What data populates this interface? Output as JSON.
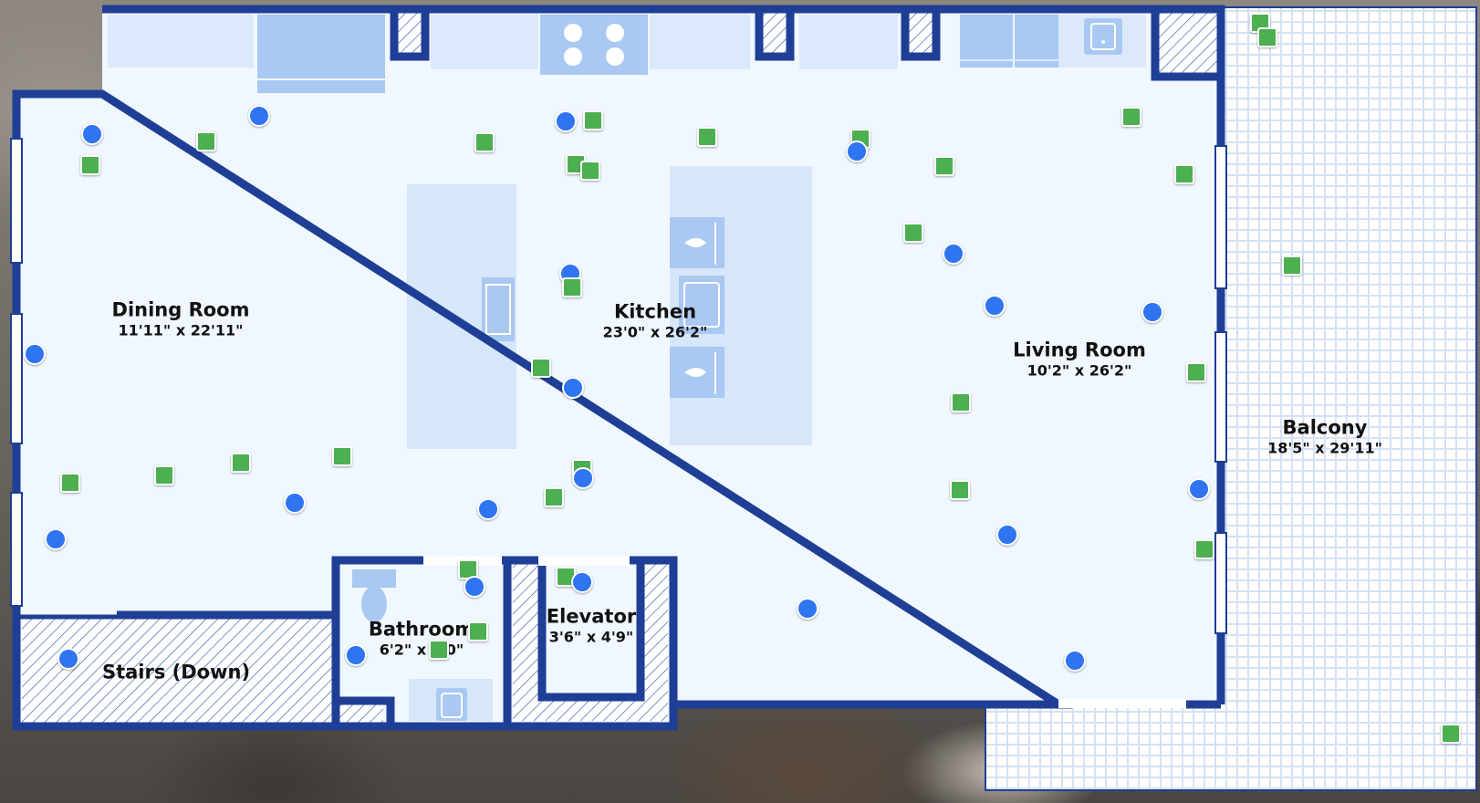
{
  "colors": {
    "wall": "#1e3f95",
    "floor": "#f0f7ff",
    "fixture": "#d6e7fb",
    "fixture_dark": "#9cc0ef",
    "balcony": "#ffffff",
    "balcony_grid": "#d8e6f7",
    "circle_marker": "#2f74f0",
    "square_marker": "#4caf50"
  },
  "rooms": [
    {
      "id": "dining-room",
      "name": "Dining Room",
      "dimensions": "11'11\" x 22'11\""
    },
    {
      "id": "kitchen",
      "name": "Kitchen",
      "dimensions": "23'0\" x 26'2\""
    },
    {
      "id": "living-room",
      "name": "Living Room",
      "dimensions": "10'2\" x 26'2\""
    },
    {
      "id": "balcony",
      "name": "Balcony",
      "dimensions": "18'5\" x 29'11\""
    },
    {
      "id": "bathroom",
      "name": "Bathroom",
      "dimensions": "6'2\" x 5'0\""
    },
    {
      "id": "elevator",
      "name": "Elevator",
      "dimensions": "3'6\" x 4'9\""
    },
    {
      "id": "stairs",
      "name": "Stairs (Down)",
      "dimensions": ""
    }
  ],
  "markers": {
    "circle_icon": "blue-circle-marker",
    "square_icon": "green-square-marker"
  }
}
